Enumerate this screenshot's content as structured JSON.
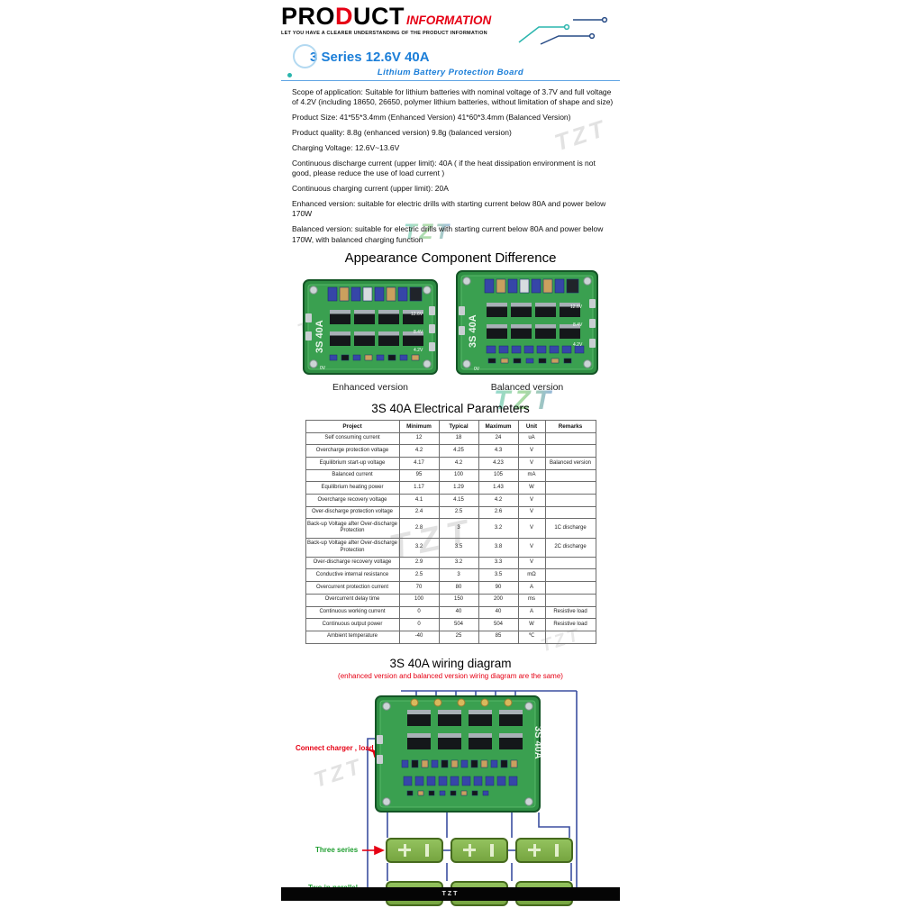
{
  "colors": {
    "accent_red": "#e60014",
    "accent_blue": "#1b7ed8",
    "pcb_green": "#3aa050",
    "wire_blue": "#3b4fa0",
    "battery_green": "#86b64d"
  },
  "watermark": {
    "text": "TZT"
  },
  "header": {
    "brand_pro": "PRO",
    "brand_d": "D",
    "brand_uct": "UCT",
    "brand_info": "INFORMATION",
    "tagline": "LET YOU HAVE A CLEARER UNDERSTANDING OF THE PRODUCT INFORMATION"
  },
  "product": {
    "title": "3 Series 12.6V 40A",
    "subtitle": "Lithium Battery Protection Board"
  },
  "specs": [
    "Scope of application: Suitable for lithium batteries with nominal voltage of 3.7V and full voltage of 4.2V (including 18650, 26650, polymer lithium batteries, without limitation of shape and size)",
    "Product Size: 41*55*3.4mm (Enhanced Version) 41*60*3.4mm (Balanced Version)",
    "Product quality: 8.8g (enhanced version) 9.8g (balanced version)",
    "Charging Voltage: 12.6V~13.6V",
    "Continuous discharge current (upper limit): 40A ( if the heat dissipation environment is not good, please reduce the use of load current )",
    "Continuous charging current (upper limit): 20A",
    "Enhanced version: suitable for electric drills with starting current below 80A and power below 170W",
    "Balanced version: suitable for electric drills with starting current below 80A and power below 170W, with balanced charging function"
  ],
  "appearance": {
    "heading": "Appearance Component Difference",
    "enhanced_label": "Enhanced version",
    "balanced_label": "Balanced version"
  },
  "boards": {
    "silk_label": "3S 40A",
    "pad_labels": [
      "0V",
      "4.2V",
      "8.4V",
      "12.6V"
    ]
  },
  "parameters": {
    "heading": "3S 40A Electrical Parameters",
    "columns": [
      "Project",
      "Minimum",
      "Typical",
      "Maximum",
      "Unit",
      "Remarks"
    ],
    "rows": [
      [
        "Self consuming current",
        "12",
        "18",
        "24",
        "uA",
        ""
      ],
      [
        "Overcharge protection voltage",
        "4.2",
        "4.25",
        "4.3",
        "V",
        ""
      ],
      [
        "Equilibrium start-up voltage",
        "4.17",
        "4.2",
        "4.23",
        "V",
        "Balanced version"
      ],
      [
        "Balanced current",
        "95",
        "100",
        "105",
        "mA",
        ""
      ],
      [
        "Equilibrium heating power",
        "1.17",
        "1.29",
        "1.43",
        "W",
        ""
      ],
      [
        "Overcharge recovery voltage",
        "4.1",
        "4.15",
        "4.2",
        "V",
        ""
      ],
      [
        "Over-discharge protection voltage",
        "2.4",
        "2.5",
        "2.6",
        "V",
        ""
      ],
      [
        "Back-up Voltage after Over-discharge Protection",
        "2.8",
        "3",
        "3.2",
        "V",
        "1C discharge"
      ],
      [
        "Back-up Voltage after Over-discharge Protection",
        "3.2",
        "3.5",
        "3.8",
        "V",
        "2C discharge"
      ],
      [
        "Over-discharge recovery voltage",
        "2.9",
        "3.2",
        "3.3",
        "V",
        ""
      ],
      [
        "Conductive internal resistance",
        "2.5",
        "3",
        "3.5",
        "mΩ",
        ""
      ],
      [
        "Overcurrent protection current",
        "70",
        "80",
        "90",
        "A",
        ""
      ],
      [
        "Overcurrent delay time",
        "100",
        "150",
        "200",
        "ms",
        ""
      ],
      [
        "Continuous working current",
        "0",
        "40",
        "40",
        "A",
        "Resistive load"
      ],
      [
        "Continuous output power",
        "0",
        "504",
        "504",
        "W",
        "Resistive load"
      ],
      [
        "Ambient temperature",
        "-40",
        "25",
        "85",
        "℃",
        ""
      ]
    ]
  },
  "wiring": {
    "heading": "3S 40A wiring diagram",
    "note": "(enhanced version and balanced version wiring diagram are the same)",
    "charger_label": "Connect charger , load",
    "series_label": "Three series",
    "parallel_label": "Two in parallel three in series"
  },
  "footer": {
    "label": "TZT"
  }
}
